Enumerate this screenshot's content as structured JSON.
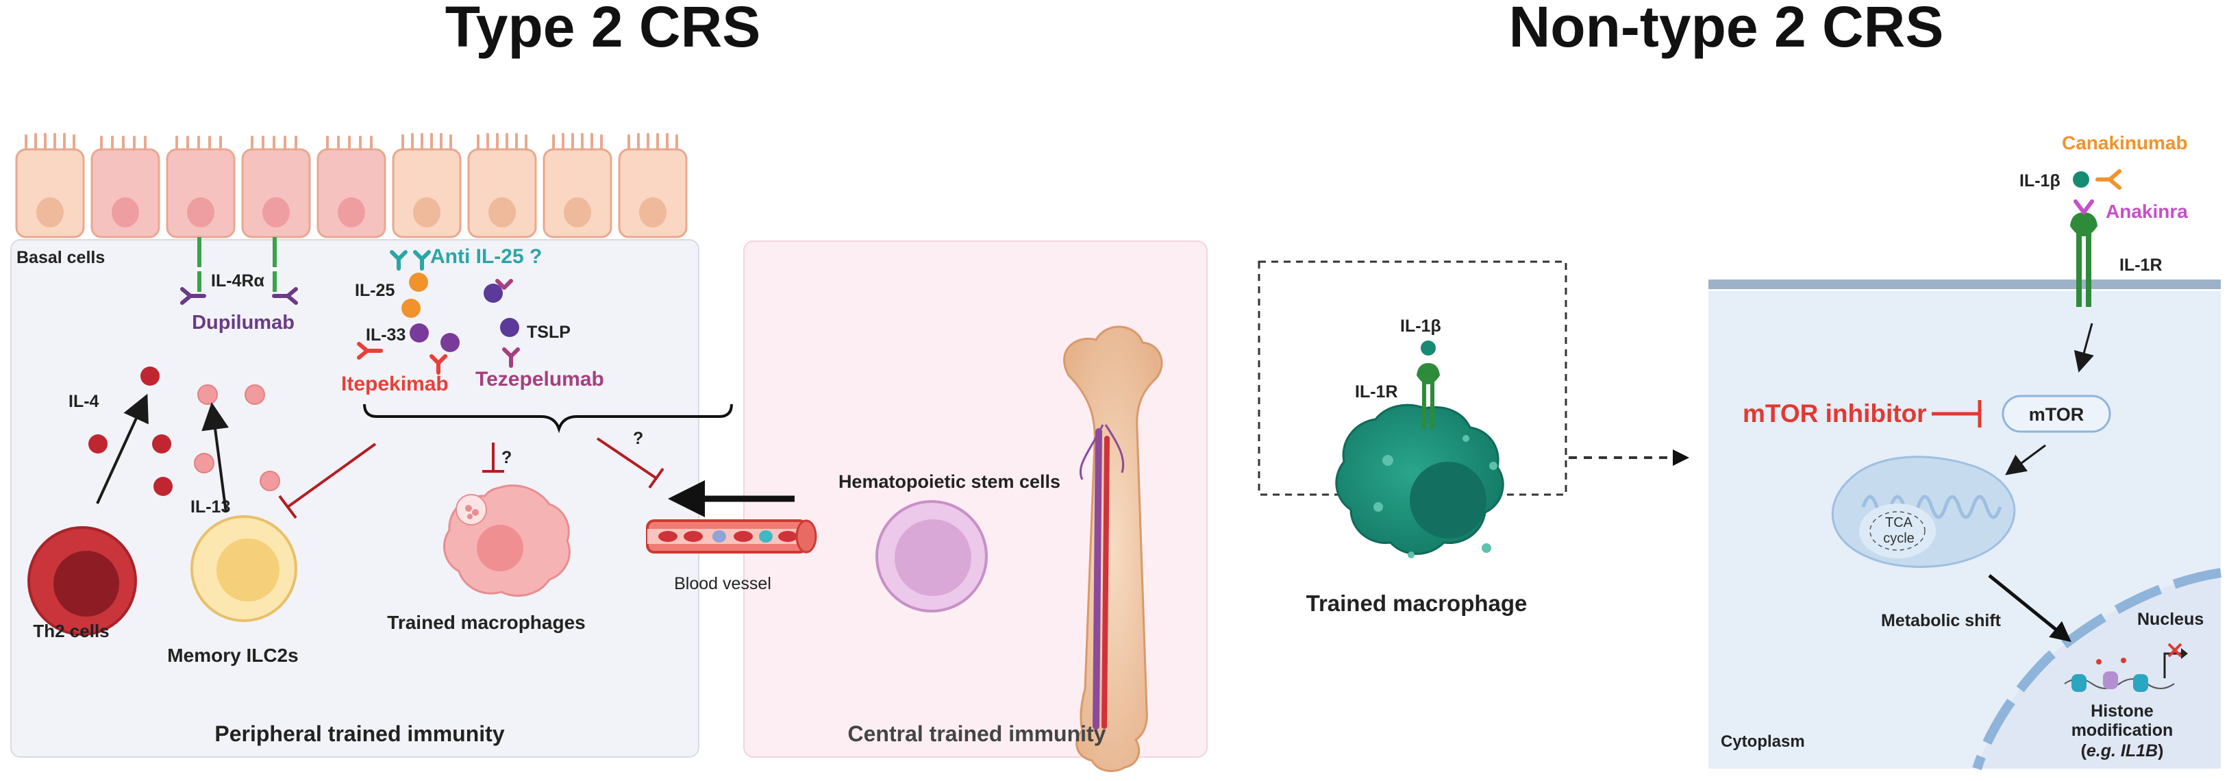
{
  "titles": {
    "left": "Type 2 CRS",
    "right": "Non-type 2 CRS"
  },
  "left_panel": {
    "basal_cells": "Basal cells",
    "il4ra": "IL-4Rα",
    "dupilumab": "Dupilumab",
    "anti_il25": "Anti IL-25 ?",
    "il25": "IL-25",
    "il33": "IL-33",
    "tslp": "TSLP",
    "itepekimab": "Itepekimab",
    "tezepelumab": "Tezepelumab",
    "il4": "IL-4",
    "il13": "IL-13",
    "th2": "Th2 cells",
    "ilc2": "Memory ILC2s",
    "trained_macrophages": "Trained macrophages",
    "question": "?",
    "blood_vessel": "Blood vessel",
    "peripheral": "Peripheral trained immunity"
  },
  "middle_panel": {
    "hsc": "Hematopoietic stem cells",
    "central": "Central trained immunity"
  },
  "macrophage_panel": {
    "il1b": "IL-1β",
    "il1r": "IL-1R",
    "trained_macrophage": "Trained macrophage"
  },
  "right_panel": {
    "canakinumab": "Canakinumab",
    "il1b": "IL-1β",
    "anakinra": "Anakinra",
    "il1r": "IL-1R",
    "mtor_inhibitor": "mTOR inhibitor",
    "mtor": "mTOR",
    "tca_line1": "TCA",
    "tca_line2": "cycle",
    "metabolic_shift": "Metabolic shift",
    "nucleus": "Nucleus",
    "histone1": "Histone",
    "histone2": "modification",
    "histone3_prefix": "(",
    "histone3_eg": "e.g.",
    "histone3_gene": "IL1B",
    "histone3_suffix": ")",
    "cytoplasm": "Cytoplasm"
  },
  "colors": {
    "dupilumab": "#6b3a86",
    "anti_il25": "#2aa6a6",
    "itepekimab": "#e8403a",
    "tezepelumab": "#a4407f",
    "canakinumab": "#f0932b",
    "anakinra": "#c64fc9",
    "mtor_inhibitor": "#e03a32",
    "macrophage": "#178a74",
    "receptor": "#2e8b3a"
  }
}
